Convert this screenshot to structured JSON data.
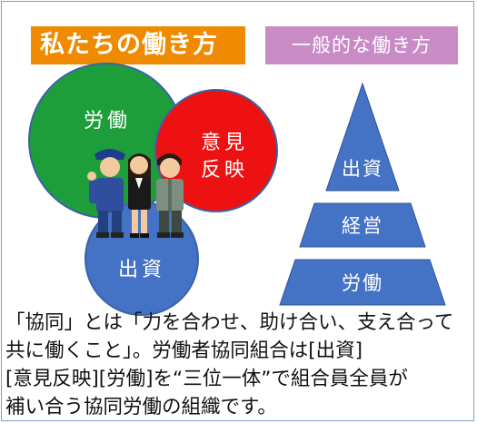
{
  "titles": {
    "left": "私たちの働き方",
    "right": "一般的な働き方"
  },
  "venn": {
    "labor": "労働",
    "opinion_line1": "意見",
    "opinion_line2": "反映",
    "capital": "出資",
    "colors": {
      "labor": "#1e9e3a",
      "opinion": "#ee1111",
      "capital": "#4472c4"
    }
  },
  "pyramid": {
    "levels": [
      "出資",
      "経営",
      "労働"
    ],
    "color": "#4472c4"
  },
  "description": [
    "「協同」とは「力を合わせ、助け合い、支え合って",
    "共に働くこと」。労働者協同組合は[出資]",
    "[意見反映][労働]を“三位一体”で組合員全員が",
    "補い合う協同労働の組織です。"
  ]
}
